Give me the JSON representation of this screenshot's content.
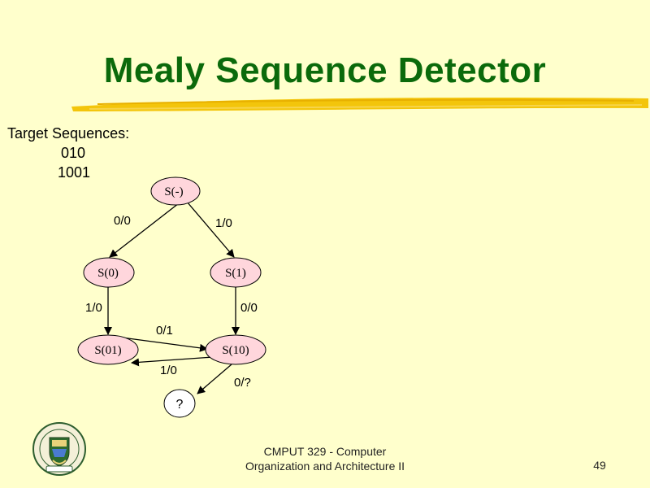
{
  "title": "Mealy Sequence Detector",
  "target": {
    "label": "Target Sequences:",
    "sequences": [
      "010",
      "1001"
    ]
  },
  "states": {
    "s_dash": "S(-)",
    "s0": "S(0)",
    "s1": "S(1)",
    "s01": "S(01)",
    "s10": "S(10)",
    "unknown": "?"
  },
  "transitions": {
    "dash_to_0": "0/0",
    "dash_to_1": "1/0",
    "s0_to_01": "1/0",
    "s1_to_10": "0/0",
    "s01_to_10": "0/1",
    "s10_to_01": "1/0",
    "s10_to_unknown": "0/?"
  },
  "footer": {
    "line1": "CMPUT 329 - Computer",
    "line2": "Organization and Architecture II",
    "page": "49"
  },
  "colors": {
    "background": "#ffffcc",
    "title": "#0b6a0b",
    "state_fill": "#ffd6dc",
    "underline": "#f2c200"
  },
  "logo_icon": "university-of-alberta-crest"
}
